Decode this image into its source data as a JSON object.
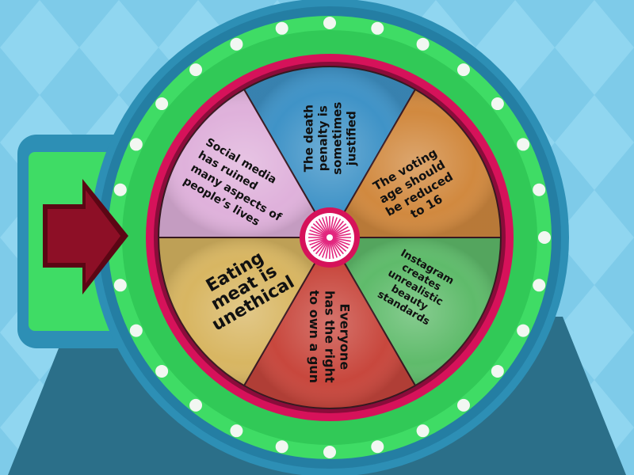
{
  "wheel": {
    "segments": [
      {
        "label": "The death penalty is sometimes justified",
        "lines": [
          "The death",
          "penalty is",
          "sometimes",
          "justified"
        ],
        "color": "#3f93c7"
      },
      {
        "label": "The voting age should be reduced to 16",
        "lines": [
          "The voting",
          "age should",
          "be reduced",
          "to 16"
        ],
        "color": "#d1893f"
      },
      {
        "label": "Instagram creates unrealistic beauty standards",
        "lines": [
          "Instagram",
          "creates",
          "unrealistic",
          "beauty",
          "standards"
        ],
        "color": "#5fbb6b"
      },
      {
        "label": "Everyone has the right to own a gun",
        "lines": [
          "Everyone",
          "has the right",
          "to own a gun"
        ],
        "color": "#c8473d"
      },
      {
        "label": "Eating meat is unethical",
        "lines": [
          "Eating",
          "meat is",
          "unethical"
        ],
        "color": "#d8b662"
      },
      {
        "label": "Social media has ruined many aspects of people’s lives",
        "lines": [
          "Social media",
          "has ruined",
          "many aspects of",
          "people’s lives"
        ],
        "color": "#dfb1db"
      }
    ]
  },
  "colors": {
    "background": "#7ecbe9",
    "stand": "#2b6f89",
    "outer_ring": "#2d8fb5",
    "rim": "#3fdc65",
    "inner_ring": "#d6125a",
    "pointer": "#7a0a1e",
    "hub": "#e2267e"
  },
  "icons": {
    "pointer": "arrow-pointer-icon",
    "hub": "starburst-hub-icon"
  }
}
